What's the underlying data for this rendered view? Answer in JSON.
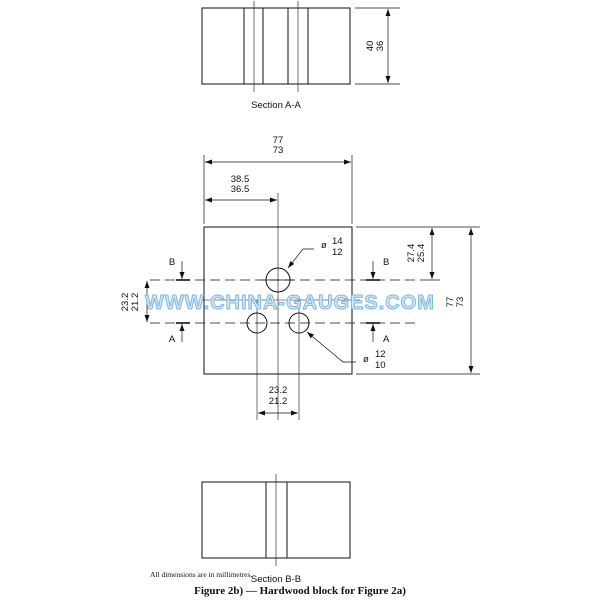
{
  "section_aa": {
    "label": "Section A-A",
    "dim_max": "40",
    "dim_min": "36"
  },
  "top_view": {
    "width_max": "77",
    "width_min": "73",
    "offset_max": "38.5",
    "offset_min": "36.5",
    "height_max": "77",
    "height_min": "73",
    "top_hole_dist_max": "27.4",
    "top_hole_dist_min": "25.4",
    "row_spacing_max": "23.2",
    "row_spacing_min": "21.2",
    "hole_spacing_max": "23.2",
    "hole_spacing_min": "21.2",
    "large_hole": {
      "symbol": "ø",
      "max": "14",
      "min": "12"
    },
    "small_hole": {
      "symbol": "ø",
      "max": "12",
      "min": "10"
    },
    "section_b": "B",
    "section_a": "A"
  },
  "section_bb": {
    "label": "Section B-B"
  },
  "note": "All dimensions are in millimetres.",
  "caption": "Figure 2b) — Hardwood block for Figure 2a)",
  "watermark": "WWW.CHINA-GAUGES.COM"
}
